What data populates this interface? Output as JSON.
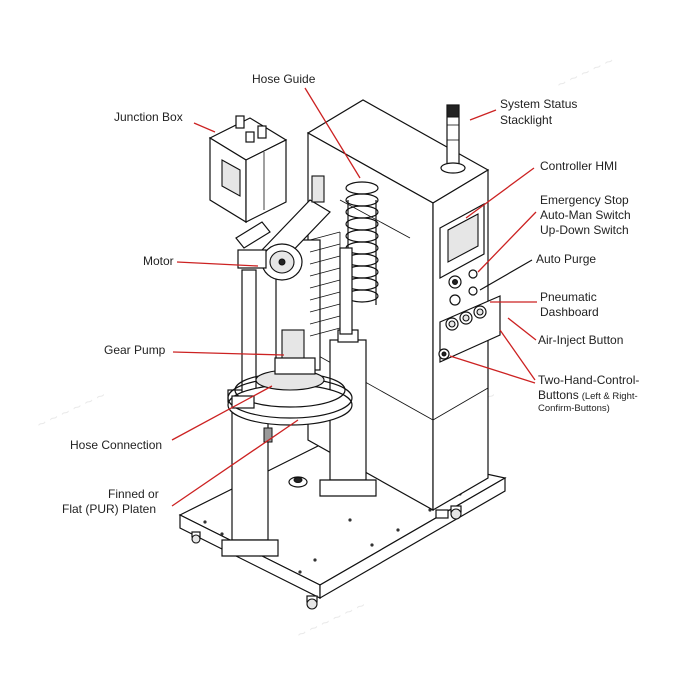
{
  "colors": {
    "leader": "#cc2222",
    "line": "#111111",
    "background": "#ffffff"
  },
  "labels": {
    "hose_guide": "Hose Guide",
    "junction_box": "Junction Box",
    "system_status_1": "System Status",
    "system_status_2": "Stacklight",
    "controller_hmi": "Controller HMI",
    "estop_1": "Emergency Stop",
    "estop_2": "Auto-Man Switch",
    "estop_3": "Up-Down Switch",
    "motor": "Motor",
    "auto_purge": "Auto Purge",
    "pneumatic_1": "Pneumatic",
    "pneumatic_2": "Dashboard",
    "gear_pump": "Gear Pump",
    "air_inject": "Air-Inject Button",
    "two_hand_1": "Two-Hand-Control-",
    "two_hand_2": "Buttons",
    "two_hand_3": "(Left & Right-",
    "two_hand_4": "Confirm-Buttons)",
    "hose_connection": "Hose Connection",
    "platen_1": "Finned or",
    "platen_2": "Flat (PUR) Platen"
  }
}
